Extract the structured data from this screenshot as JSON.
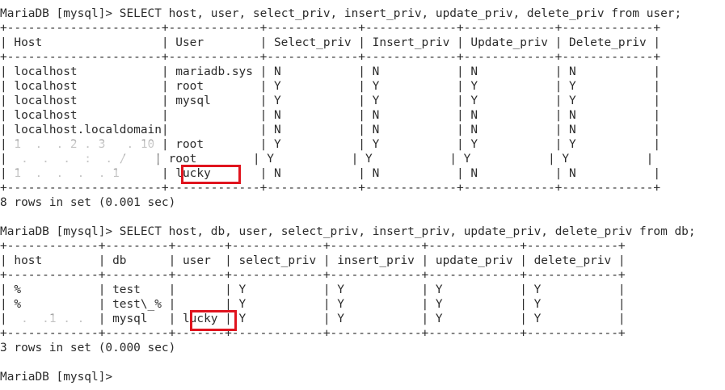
{
  "highlight_color": "#e0141e",
  "session": {
    "query1": {
      "prompt": "MariaDB [mysql]> ",
      "sql": "SELECT host, user, select_priv, insert_priv, update_priv, delete_priv from user;",
      "border": "+----------------------+-------------+-------------+-------------+-------------+-------------+",
      "header_row": "| Host                 | User        | Select_priv | Insert_priv | Update_priv | Delete_priv |",
      "rows": [
        "| localhost            | mariadb.sys | N           | N           | N           | N           |",
        "| localhost            | root        | Y           | Y           | Y           | Y           |",
        "| localhost            | mysql       | Y           | Y           | Y           | Y           |",
        "| localhost            |             | N           | N           | N           | N           |",
        "| localhost.localdomain|             | N           | N           | N           | N           |",
        "| 1  .  . 2 . 3   . 10 | root        | Y           | Y           | Y           | Y           |",
        "|  .  .  .  :  . /    | root        | Y           | Y           | Y           | Y           |",
        "| 1  .  .  .  . 1      | lucky       | N           | N           | N           | N           |"
      ],
      "summary": "8 rows in set (0.001 sec)"
    },
    "query2": {
      "prompt": "MariaDB [mysql]> ",
      "sql": "SELECT host, db, user, select_priv, insert_priv, update_priv, delete_priv from db;",
      "border": "+-------------+---------+-------+-------------+-------------+-------------+-------------+",
      "header_row": "| host        | db      | user  | select_priv | insert_priv | update_priv | delete_priv |",
      "rows": [
        "| %           | test    |       | Y           | Y           | Y           | Y           |",
        "| %           | test\\_% |       | Y           | Y           | Y           | Y           |",
        "|  .  .1 . .  | mysql   | lucky | Y           | Y           | Y           | Y           |"
      ],
      "summary": "3 rows in set (0.000 sec)"
    },
    "final_prompt": "MariaDB [mysql]> "
  }
}
